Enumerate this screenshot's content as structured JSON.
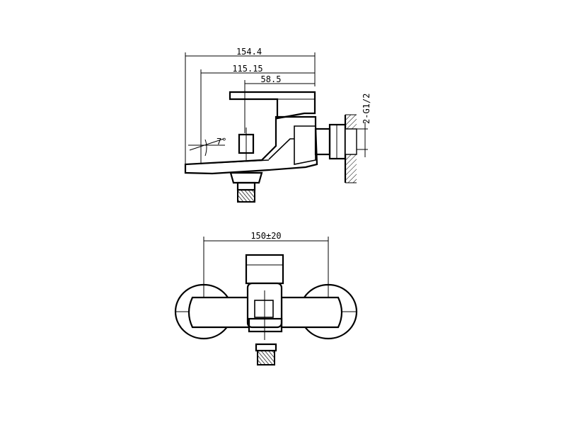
{
  "dimensions": {
    "overall_length": "154.4",
    "to_center": "115.15",
    "handle_offset": "58.5",
    "tilt_angle": "7°",
    "thread": "2-G1/2",
    "spacing": "150±20"
  },
  "colors": {
    "line": "#000000",
    "background": "#ffffff"
  }
}
